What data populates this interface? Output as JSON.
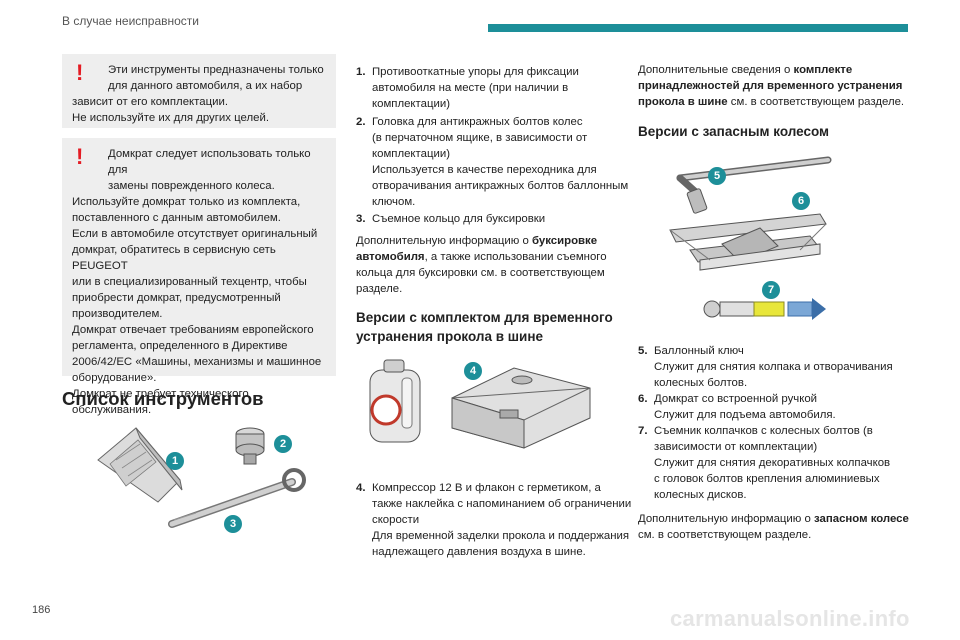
{
  "header": {
    "title": "В случае неисправности"
  },
  "page_number": "186",
  "watermark": "carmanualsonline.info",
  "warning1": {
    "lines": [
      "Эти инструменты предназначены только",
      "для данного автомобиля, а их набор",
      "зависит от его комплектации.",
      "Не используйте их для других целей."
    ]
  },
  "warning2": {
    "lines": [
      "Домкрат следует использовать только для",
      "замены поврежденного колеса.",
      "Используйте домкрат только из комплекта,",
      "поставленного с данным автомобилем.",
      "Если в автомобиле отсутствует оригинальный",
      "домкрат, обратитесь в сервисную сеть PEUGEOT",
      "или в специализированный техцентр, чтобы",
      "приобрести домкрат, предусмотренный",
      "производителем.",
      "Домкрат отвечает требованиям европейского",
      "регламента, определенного в Директиве",
      "2006/42/ЕС «Машины, механизмы и машинное",
      "оборудование».",
      "Домкрат не требует технического обслуживания."
    ]
  },
  "tools_title": "Список инструментов",
  "badges": {
    "b1": "1",
    "b2": "2",
    "b3": "3",
    "b4": "4",
    "b5": "5",
    "b6": "6",
    "b7": "7"
  },
  "col2": {
    "items": [
      {
        "num": "1.",
        "lines": [
          "Противооткатные упоры для фиксации",
          "автомобиля на месте (при наличии в",
          "комплектации)"
        ]
      },
      {
        "num": "2.",
        "lines": [
          "Головка для антикражных болтов колес",
          "(в перчаточном ящике, в зависимости от",
          "комплектации)",
          "Используется в качестве переходника для",
          "отворачивания антикражных болтов баллонным",
          "ключом."
        ]
      },
      {
        "num": "3.",
        "lines": [
          "Съемное кольцо для буксировки"
        ]
      }
    ],
    "para1": {
      "pre": "Дополнительную информацию о ",
      "bold": "буксировке автомобиля",
      "post": ", а также использовании съемного кольца для буксировки см. в соответствующем разделе."
    },
    "h3": [
      "Версии с комплектом для временного",
      "устранения прокола в шине"
    ],
    "item4": {
      "num": "4.",
      "lines": [
        "Компрессор 12 В и флакон с герметиком, а",
        "также наклейка с напоминанием об ограничении",
        "скорости",
        "Для временной заделки прокола и поддержания",
        "надлежащего давления воздуха в шине."
      ]
    }
  },
  "col3": {
    "para_top": {
      "pre": "Дополнительные сведения о ",
      "bold": "комплекте принадлежностей для временного устранения прокола в шине",
      "post": " см. в соответствующем разделе."
    },
    "h3": "Версии с запасным колесом",
    "items": [
      {
        "num": "5.",
        "lines": [
          "Баллонный ключ",
          "Служит для снятия колпака и отворачивания",
          "колесных болтов."
        ]
      },
      {
        "num": "6.",
        "lines": [
          "Домкрат со встроенной ручкой",
          "Служит для подъема автомобиля."
        ]
      },
      {
        "num": "7.",
        "lines": [
          "Съемник колпачков с колесных болтов (в",
          "зависимости от комплектации)",
          "Служит для снятия декоративных колпачков",
          "с головок болтов крепления алюминиевых",
          "колесных дисков."
        ]
      }
    ],
    "para_bottom": {
      "pre": "Дополнительную информацию о ",
      "bold": "запасном колесе",
      "post": " см. в соответствующем разделе."
    }
  },
  "colors": {
    "accent": "#1d8f99",
    "warning": "#e41b23",
    "box": "#eeeeee"
  }
}
